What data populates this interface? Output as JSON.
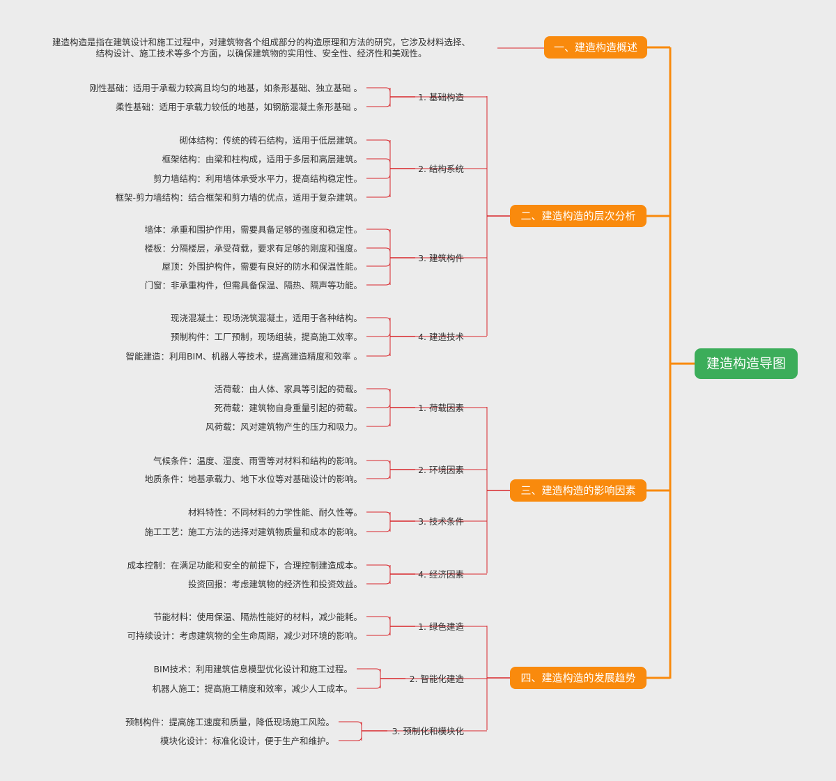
{
  "root": {
    "label": "建造构造导图"
  },
  "colors": {
    "root": "#3cad5a",
    "branch": "#f98a0d",
    "connector": "#d8262b",
    "background": "#ececec"
  },
  "overview": {
    "label": "一、建造构造概述",
    "text_line1": "建造构造是指在建筑设计和施工过程中，对建筑物各个组成部分的构造原理和方法的研究，它涉及材料选择、",
    "text_line2": "结构设计、施工技术等多个方面，以确保建筑物的实用性、安全性、经济性和美观性。"
  },
  "branches": [
    {
      "label": "二、建造构造的层次分析",
      "groups": [
        {
          "label": "1. 基础构造",
          "items": [
            "刚性基础：适用于承载力较高且均匀的地基，如条形基础、独立基础 。",
            "柔性基础：适用于承载力较低的地基，如钢筋混凝土条形基础 。"
          ]
        },
        {
          "label": "2. 结构系统",
          "items": [
            "砌体结构：传统的砖石结构，适用于低层建筑。",
            "框架结构：由梁和柱构成，适用于多层和高层建筑。",
            "剪力墙结构：利用墙体承受水平力，提高结构稳定性。",
            "框架-剪力墙结构：结合框架和剪力墙的优点，适用于复杂建筑。"
          ]
        },
        {
          "label": "3. 建筑构件",
          "items": [
            "墙体：承重和围护作用，需要具备足够的强度和稳定性。",
            "楼板：分隔楼层，承受荷载，要求有足够的刚度和强度。",
            "屋顶：外围护构件，需要有良好的防水和保温性能。",
            "门窗：非承重构件，但需具备保温、隔热、隔声等功能。"
          ]
        },
        {
          "label": "4. 建造技术",
          "items": [
            "现浇混凝土：现场浇筑混凝土，适用于各种结构。",
            "预制构件：工厂预制，现场组装，提高施工效率。",
            "智能建造：利用BIM、机器人等技术，提高建造精度和效率 。"
          ]
        }
      ]
    },
    {
      "label": "三、建造构造的影响因素",
      "groups": [
        {
          "label": "1. 荷载因素",
          "items": [
            "活荷载：由人体、家具等引起的荷载。",
            "死荷载：建筑物自身重量引起的荷载。",
            "风荷载：风对建筑物产生的压力和吸力。"
          ]
        },
        {
          "label": "2. 环境因素",
          "items": [
            "气候条件：温度、湿度、雨雪等对材料和结构的影响。",
            "地质条件：地基承载力、地下水位等对基础设计的影响。"
          ]
        },
        {
          "label": "3. 技术条件",
          "items": [
            "材料特性：不同材料的力学性能、耐久性等。",
            "施工工艺：施工方法的选择对建筑物质量和成本的影响。"
          ]
        },
        {
          "label": "4. 经济因素",
          "items": [
            "成本控制：在满足功能和安全的前提下，合理控制建造成本。",
            "投资回报：考虑建筑物的经济性和投资效益。"
          ]
        }
      ]
    },
    {
      "label": "四、建造构造的发展趋势",
      "groups": [
        {
          "label": "1. 绿色建造",
          "items": [
            "节能材料：使用保温、隔热性能好的材料，减少能耗。",
            "可持续设计：考虑建筑物的全生命周期，减少对环境的影响。"
          ]
        },
        {
          "label": "2. 智能化建造",
          "items": [
            "BIM技术：利用建筑信息模型优化设计和施工过程。",
            "机器人施工：提高施工精度和效率，减少人工成本。"
          ]
        },
        {
          "label": "3. 预制化和模块化",
          "items": [
            "预制构件：提高施工速度和质量，降低现场施工风险。",
            "模块化设计：标准化设计，便于生产和维护。"
          ]
        }
      ]
    }
  ]
}
